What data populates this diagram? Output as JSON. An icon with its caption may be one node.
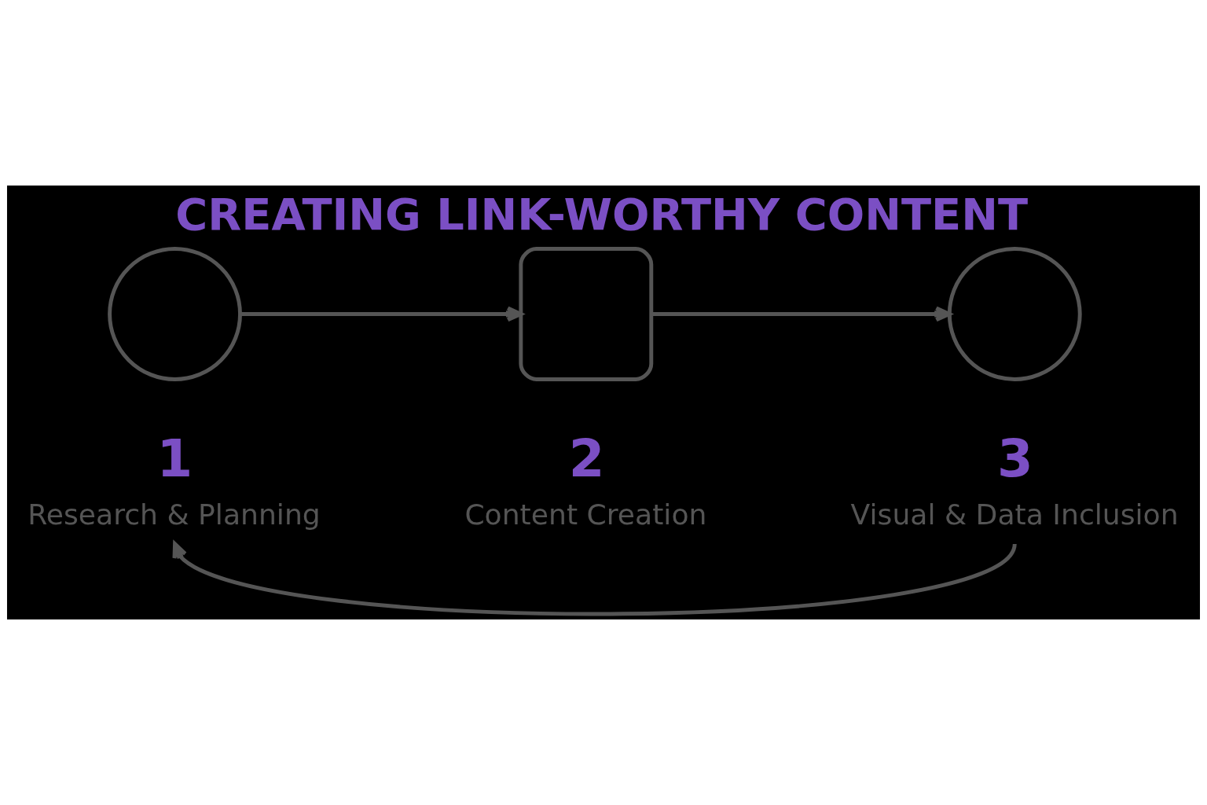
{
  "diagram": {
    "title": "CREATING LINK-WORTHY CONTENT",
    "nodes": [
      {
        "text": [],
        "shape": "circle"
      },
      {
        "text": [],
        "shape": "box"
      },
      {
        "text": [],
        "shape": "circle"
      },
      {
        "text": [
          "1",
          "Research & Planning"
        ]
      },
      {
        "text": [
          "2",
          "Content Creation"
        ]
      },
      {
        "text": [
          "3",
          "Visual & Data Inclusion"
        ]
      }
    ],
    "edges": [
      {
        "from": 0,
        "to": 1,
        "arrow": "to"
      },
      {
        "from": 1,
        "to": 2,
        "arrow": "to"
      },
      {
        "from": 5,
        "to": 3,
        "arrow": "to"
      }
    ]
  }
}
